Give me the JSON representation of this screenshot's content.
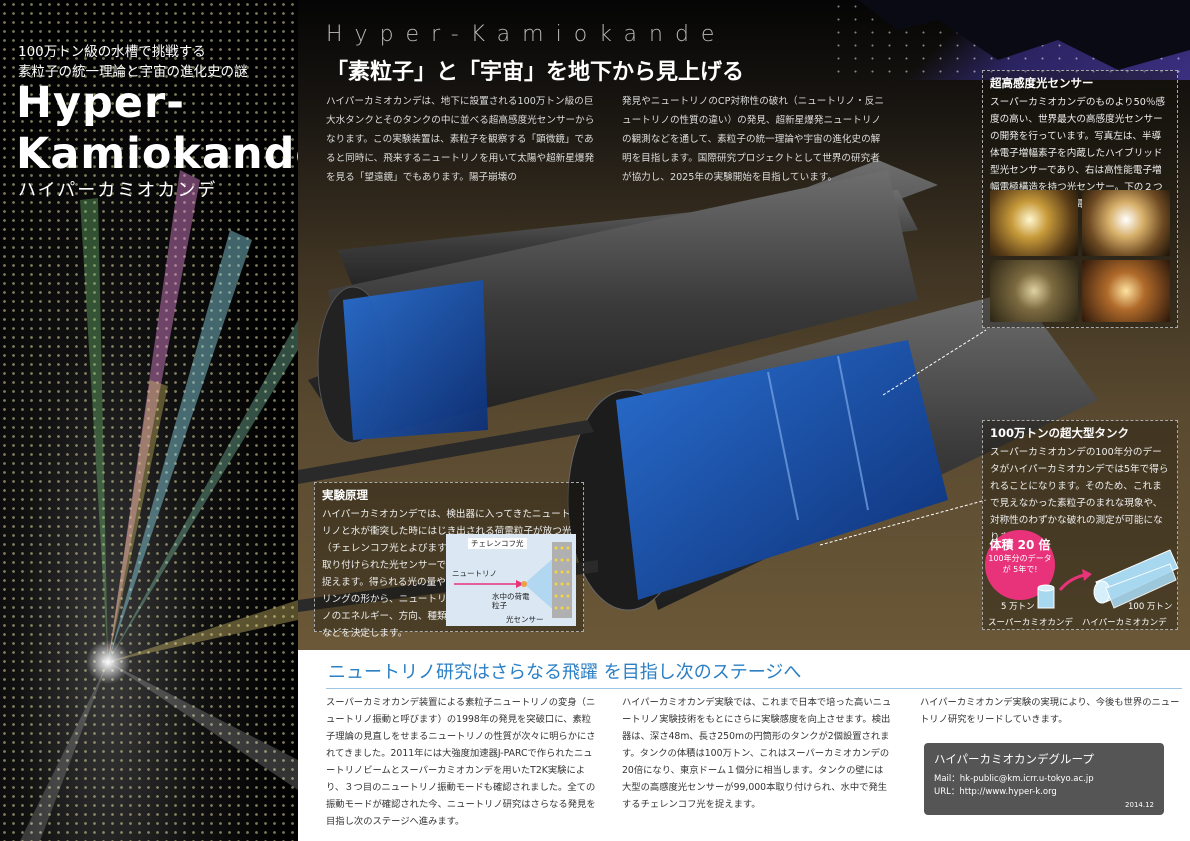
{
  "left": {
    "subtitle_line1": "100万トン級の水槽で挑戦する",
    "subtitle_line2": "素粒子の統一理論と宇宙の進化史の謎",
    "title_line1": "Hyper-",
    "title_line2": "Kamiokande",
    "title_kana": "ハイパーカミオカンデ"
  },
  "header": {
    "name_en": "Hyper-Kamiokande",
    "heading": "「素粒子」と「宇宙」を地下から見上げる"
  },
  "intro": {
    "col1": "ハイパーカミオカンデは、地下に設置される100万トン級の巨大水タンクとそのタンクの中に並べる超高感度光センサーからなります。この実験装置は、素粒子を観察する「顕微鏡」であると同時に、飛来するニュートリノを用いて太陽や超新星爆発を見る「望遠鏡」でもあります。陽子崩壊の",
    "col2": "発見やニュートリノのCP対称性の破れ（ニュートリノ・反ニュートリノの性質の違い）の発見、超新星爆発ニュートリノの観測などを通して、素粒子の統一理論や宇宙の進化史の解明を目指します。国際研究プロジェクトとして世界の研究者が協力し、2025年の実験開始を目指しています。"
  },
  "sensor": {
    "title": "超高感度光センサー",
    "text": "スーパーカミオカンデのものより50％感度の高い、世界最大の高感度光センサーの開発を行っています。写真左は、半導体電子増幅素子を内蔵したハイブリッド型光センサーであり、右は高性能電子増幅電極構造を持つ光センサー。下の２つの写真はそれぞれの電子増幅部のもの。"
  },
  "tank": {
    "title": "100万トンの超大型タンク",
    "text": "スーパーカミオカンデの100年分のデータがハイパーカミオカンデでは5年で得られることになります。そのため、これまで見えなかった素粒子のまれな現象や、対称性のわずかな破れの測定が可能になります。",
    "badge_big": "体積 20 倍",
    "badge_line1": "100年分のデータ",
    "badge_line2": "が 5年で!",
    "small_ton": "5 万トン",
    "large_ton": "100 万トン",
    "small_name": "スーパーカミオカンデ",
    "large_name": "ハイパーカミオカンデ"
  },
  "principle": {
    "title": "実験原理",
    "text_line1": "ハイパーカミオカンデでは、検出器に入ってきたニュートリノと水が衝突した時にはじき出される荷電粒子が放つ光（チェレンコフ光とよびます）を、壁に",
    "text_rest": "取り付けられた光センサーで捉えます。得られる光の量やリングの形から、ニュートリノのエネルギー、方向、種類などを決定します。",
    "label_cherenkov": "チェレンコフ光",
    "label_neutrino": "ニュートリノ",
    "label_particle": "水中の荷電粒子",
    "label_sensor": "光センサー"
  },
  "bottom": {
    "heading": "ニュートリノ研究はさらなる飛躍 を目指し次のステージへ",
    "col1": "スーパーカミオカンデ装置による素粒子ニュートリノの変身（ニュートリノ振動と呼びます）の1998年の発見を突破口に、素粒子理論の見直しをせまるニュートリノの性質が次々に明らかにされてきました。2011年には大強度加速器J-PARCで作られたニュートリノビームとスーパーカミオカンデを用いたT2K実験により、３つ目のニュートリノ振動モードも確認されました。全ての振動モードが確認された今、ニュートリノ研究はさらなる発見を目指し次のステージへ進みます。",
    "col2": "ハイパーカミオカンデ実験では、これまで日本で培った高いニュートリノ実験技術をもとにさらに実験感度を向上させます。検出器は、深さ48m、長さ250mの円筒形のタンクが2個設置されます。タンクの体積は100万トン、これはスーパーカミオカンデの20倍になり、東京ドーム１個分に相当します。タンクの壁には大型の高感度光センサーが99,000本取り付けられ、水中で発生するチェレンコフ光を捉えます。",
    "col3": "ハイパーカミオカンデ実験の実現により、今後も世界のニュートリノ研究をリードしていきます。"
  },
  "contact": {
    "name": "ハイパーカミオカンデグループ",
    "mail": "Mail：hk-public@km.icrr.u-tokyo.ac.jp",
    "url": "URL：http://www.hyper-k.org",
    "date": "2014.12"
  },
  "colors": {
    "accent_blue": "#2b7fc4",
    "badge_pink": "#e8337a",
    "cylinder_blue": "#a7d8ef"
  }
}
